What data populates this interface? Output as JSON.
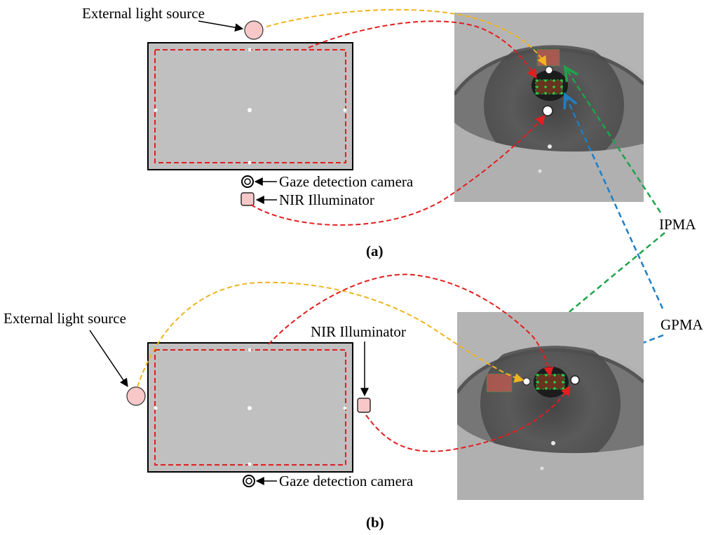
{
  "panel_a": {
    "caption": "(a)",
    "external_light_label": "External light source",
    "camera_label": "Gaze detection camera",
    "illuminator_label": "NIR Illuminator"
  },
  "panel_b": {
    "caption": "(b)",
    "external_light_label": "External light source",
    "camera_label": "Gaze detection camera",
    "illuminator_label": "NIR Illuminator"
  },
  "labels": {
    "ipma": "IPMA",
    "gpma": "GPMA"
  },
  "colors": {
    "external_light_path": "#f0b41e",
    "nir_path": "#e21e1e",
    "ipma_arrow": "#1fa34a",
    "gpma_arrow": "#1e7fc4",
    "monitor_fill": "#c0c0c0",
    "light_fill": "#f8c8c8",
    "background": "#ffffff"
  }
}
